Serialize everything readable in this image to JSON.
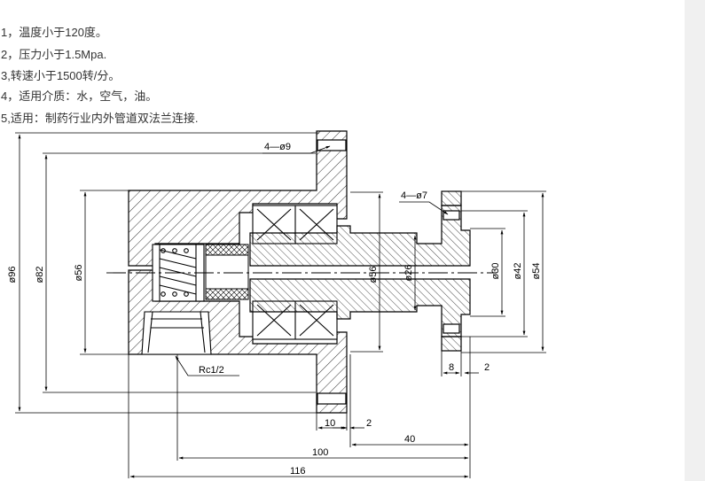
{
  "notes": [
    "1，温度小于120度。",
    "2，压力小于1.5Mpa.",
    "3,转速小于1500转/分。",
    "4，适用介质：水，空气，油。",
    "5,适用：制药行业内外管道双法兰连接."
  ],
  "drawing": {
    "hole_callout_left": "4—ø9",
    "hole_callout_right": "4—ø7",
    "thread_callout": "Rc1/2",
    "diameters": {
      "d96": "ø96",
      "d82": "ø82",
      "d56_left": "ø56",
      "d56_mid": "ø56",
      "d26": "ø26",
      "d30": "ø30",
      "d42": "ø42",
      "d54": "ø54"
    },
    "lengths": {
      "l10": "10",
      "l2_left": "2",
      "l40": "40",
      "l100": "100",
      "l116": "116",
      "l8": "8",
      "l2_right": "2"
    }
  }
}
